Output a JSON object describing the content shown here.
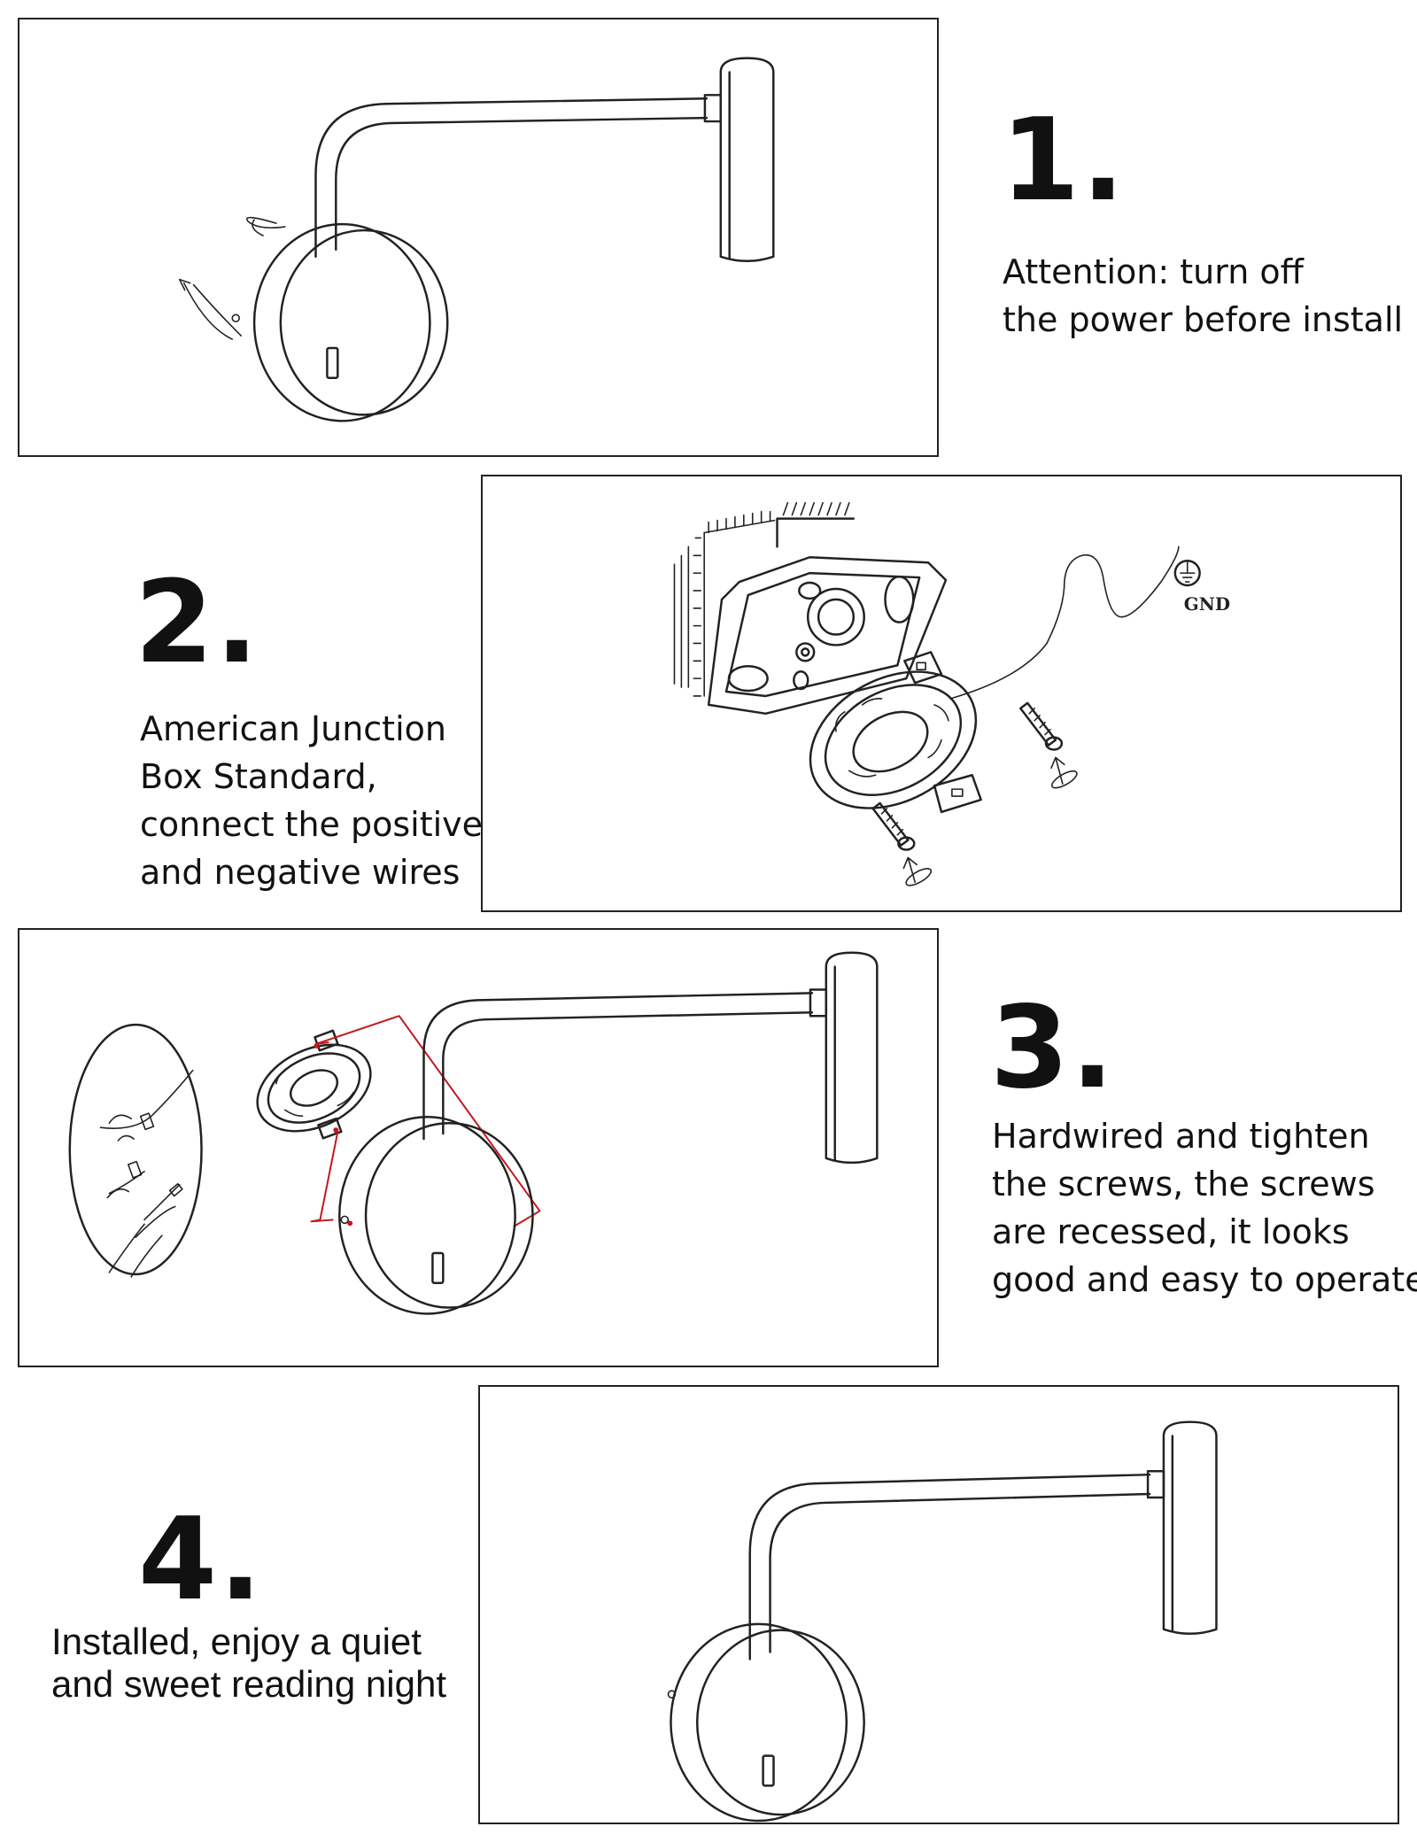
{
  "steps": [
    {
      "number": "1.",
      "lines": [
        "Attention: turn off",
        "the power before install"
      ]
    },
    {
      "number": "2.",
      "lines": [
        "American Junction",
        "Box Standard,",
        "connect the positive",
        "and negative wires"
      ],
      "diagram_label": "GND"
    },
    {
      "number": "3.",
      "lines": [
        "Hardwired and tighten",
        "the screws, the screws",
        "are recessed, it looks",
        "good and easy to operate"
      ]
    },
    {
      "number": "4.",
      "lines": [
        "Installed, enjoy a quiet",
        "and sweet reading night"
      ]
    }
  ],
  "colors": {
    "line_art": "#222222",
    "highlight": "#c4161c",
    "background": "#ffffff"
  },
  "icons": [
    "wall-lamp-illustration",
    "junction-box-illustration",
    "ground-symbol-icon",
    "screw-icon",
    "rotate-arrow-icon",
    "wire-connection-inset"
  ]
}
